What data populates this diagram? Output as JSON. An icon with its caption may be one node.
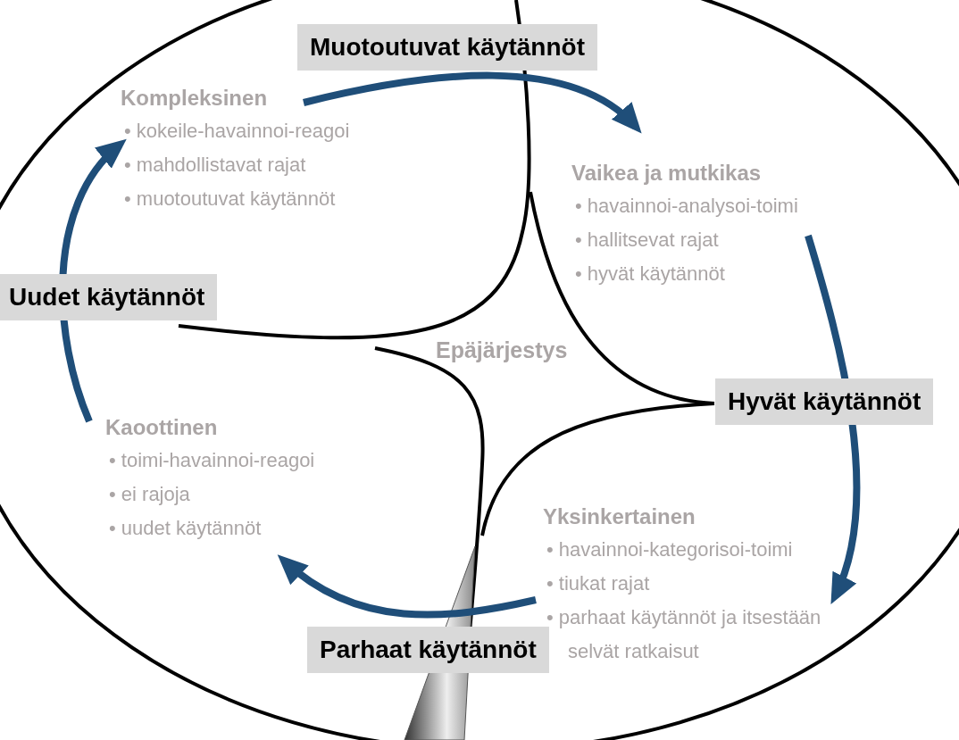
{
  "diagram": {
    "nodes": [
      {
        "text": [
          "Kompleksinen",
          "• kokeile-havainnoi-reagoi",
          "• mahdollistavat rajat",
          "• muotoutuvat käytännöt"
        ]
      },
      {
        "text": [
          "Vaikea ja mutkikas",
          "• havainnoi-analysoi-toimi",
          "• hallitsevat rajat",
          "• hyvät käytännöt"
        ]
      },
      {
        "text": [
          "Kaoottinen",
          "• toimi-havainnoi-reagoi",
          "• ei rajoja",
          "• uudet käytännöt"
        ]
      },
      {
        "text": [
          "Yksinkertainen",
          "• havainnoi-kategorisoi-toimi",
          "• tiukat rajat",
          "• parhaat käytännöt ja itsestään selvät ratkaisut"
        ]
      }
    ],
    "edges": [
      {
        "from": 0,
        "to": 1,
        "arrow": "to",
        "label": "Muotoutuvat käytännöt"
      },
      {
        "from": 1,
        "to": 3,
        "arrow": "to",
        "label": "Hyvät käytännöt"
      },
      {
        "from": 3,
        "to": 2,
        "arrow": "to",
        "label": "Parhaat käytännöt"
      },
      {
        "from": 2,
        "to": 0,
        "arrow": "to",
        "label": "Uudet käytännöt"
      }
    ],
    "labels": [
      "Epäjärjestys"
    ]
  }
}
